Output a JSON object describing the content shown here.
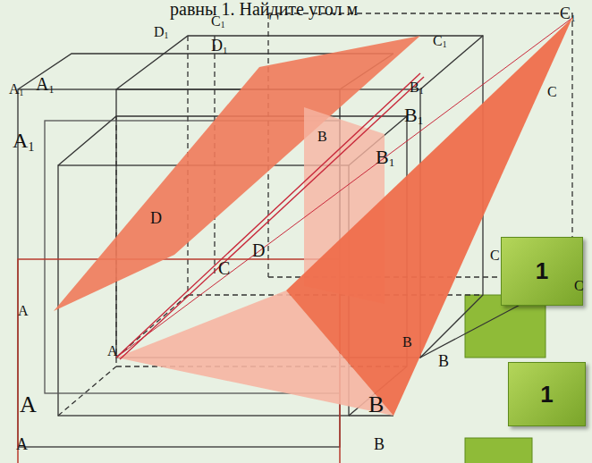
{
  "diagram": {
    "nodes": [
      {
        "text": [
          "1"
        ]
      },
      {
        "text": [
          "1"
        ]
      }
    ],
    "labels": [
      "равны 1. Найдите угол м",
      "D1",
      "C1",
      "D1",
      "C1",
      "C1",
      "A1",
      "A1",
      "B1",
      "B1",
      "C",
      "A1",
      "B1",
      "B",
      "D",
      "D",
      "C",
      "C",
      "C",
      "A",
      "A",
      "B",
      "B",
      "A",
      "B",
      "A",
      "B"
    ]
  }
}
